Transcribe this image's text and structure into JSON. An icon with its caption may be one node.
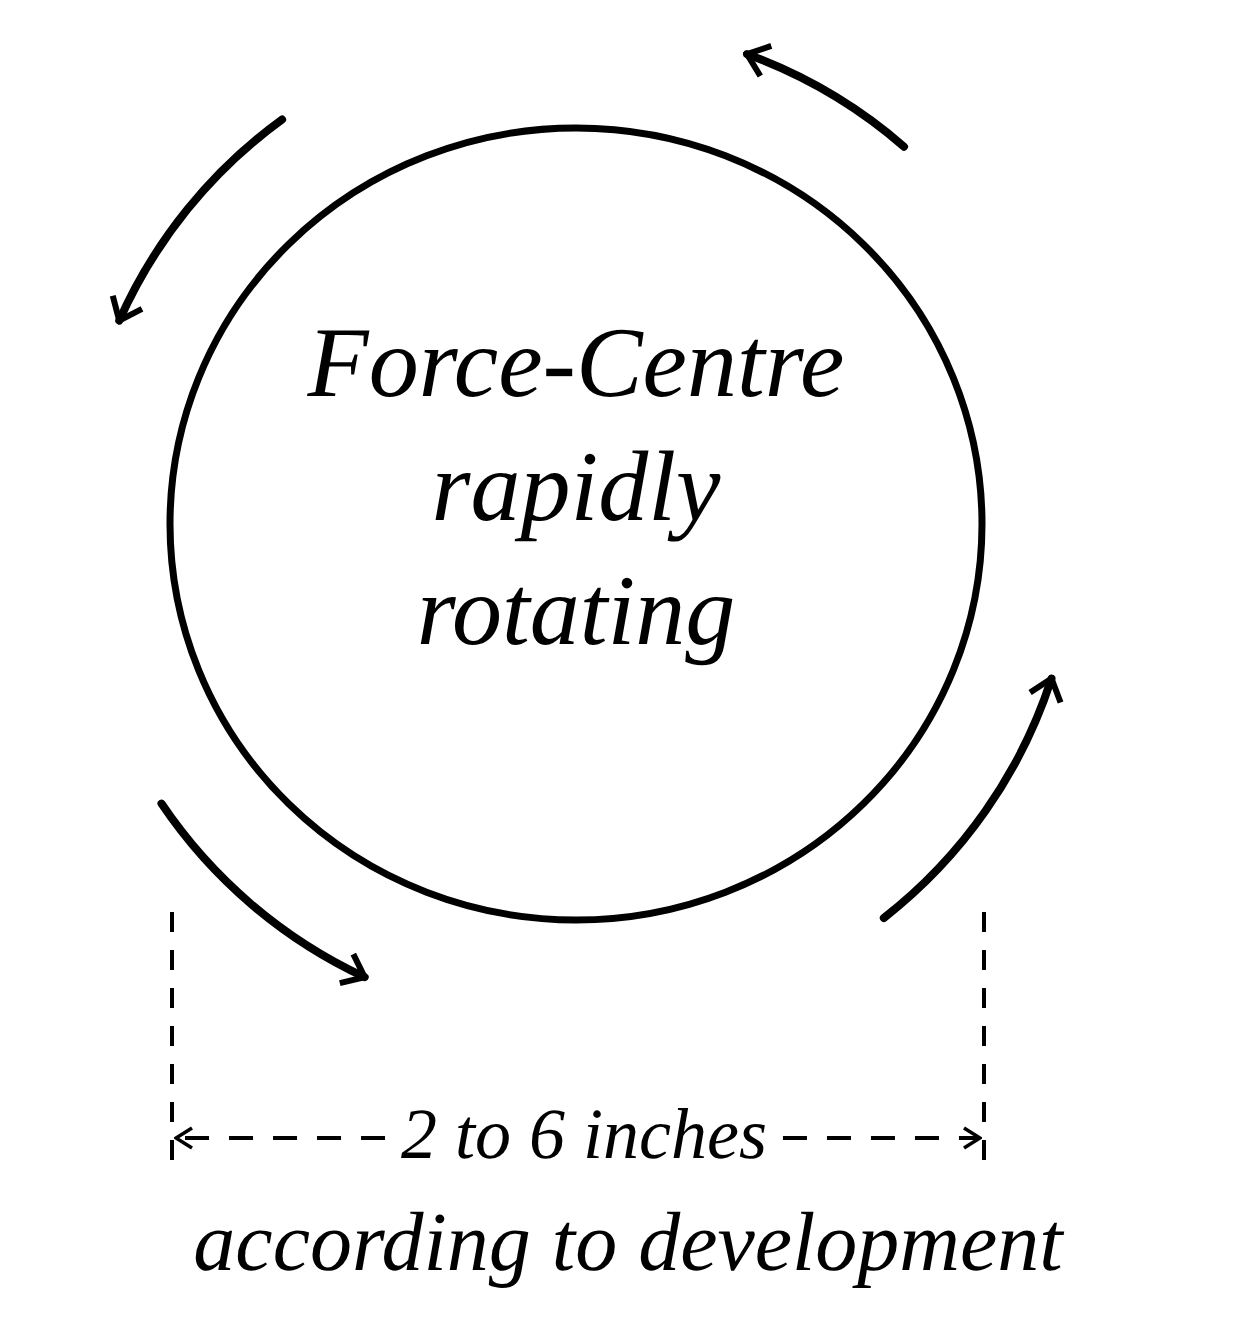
{
  "diagram": {
    "nodes": [
      {
        "text": [
          "Force-Centre rapidly rotating"
        ]
      }
    ],
    "labels": [
      "2 to 6 inches",
      "according to development"
    ]
  }
}
